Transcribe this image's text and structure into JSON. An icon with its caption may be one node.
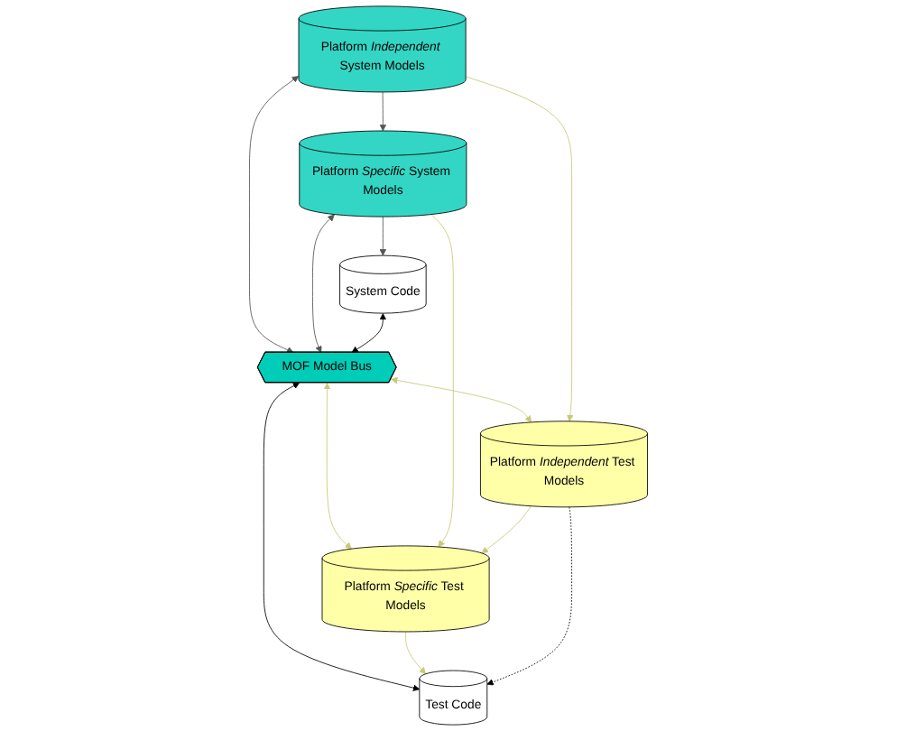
{
  "diagram": {
    "nodes": [
      {
        "text": [
          "Platform *Independent* System Models"
        ]
      },
      {
        "text": [
          "Platform *Specific* System Models"
        ]
      },
      {
        "text": [
          "System Code"
        ]
      },
      {
        "text": [
          "MOF Model Bus"
        ]
      },
      {
        "text": [
          "Platform *Independent* Test Models"
        ]
      },
      {
        "text": [
          "Platform *Specific* Test Models"
        ]
      },
      {
        "text": [
          "Test Code"
        ]
      }
    ],
    "edges": [
      {
        "from": 0,
        "to": 3,
        "arrow": "both",
        "color": "#555555"
      },
      {
        "from": 1,
        "to": 3,
        "arrow": "both",
        "color": "#555555"
      },
      {
        "from": 2,
        "to": 3,
        "arrow": "both",
        "color": "#000000"
      },
      {
        "from": 3,
        "to": 4,
        "arrow": "both",
        "color": "#c8c878"
      },
      {
        "from": 3,
        "to": 5,
        "arrow": "both",
        "color": "#c8c878"
      },
      {
        "from": 3,
        "to": 6,
        "arrow": "both",
        "color": "#000000"
      },
      {
        "from": 0,
        "to": 1,
        "arrow": "to",
        "color": "#555555"
      },
      {
        "from": 1,
        "to": 2,
        "arrow": "to",
        "color": "#555555"
      },
      {
        "from": 0,
        "to": 4,
        "arrow": "to",
        "color": "#c8c878"
      },
      {
        "from": 1,
        "to": 5,
        "arrow": "to",
        "color": "#c8c878"
      },
      {
        "from": 4,
        "to": 5,
        "arrow": "to",
        "color": "#c8c878"
      },
      {
        "from": 5,
        "to": 6,
        "arrow": "to",
        "color": "#c8c878"
      },
      {
        "from": 4,
        "to": 6,
        "arrow": "to",
        "style": "dashed",
        "color": "#000000"
      }
    ]
  }
}
